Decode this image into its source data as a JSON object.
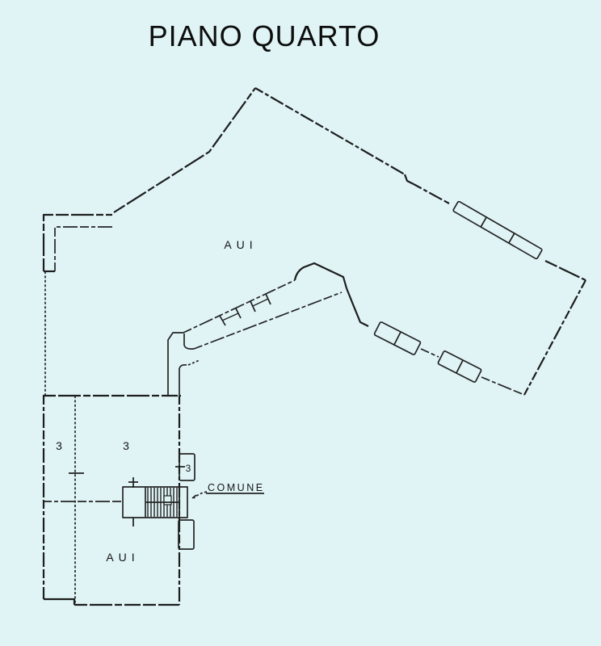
{
  "colors": {
    "background": "#e0f4f6",
    "ink": "#1d1d1d"
  },
  "title": {
    "text": "PIANO QUARTO"
  },
  "floor_plan": {
    "upper_room_label": "AUI",
    "lower_room_label": "AUI",
    "left_room_number": "3",
    "middle_room_number": "3",
    "small_room_number": "3",
    "stair_label": "COMUNE"
  }
}
